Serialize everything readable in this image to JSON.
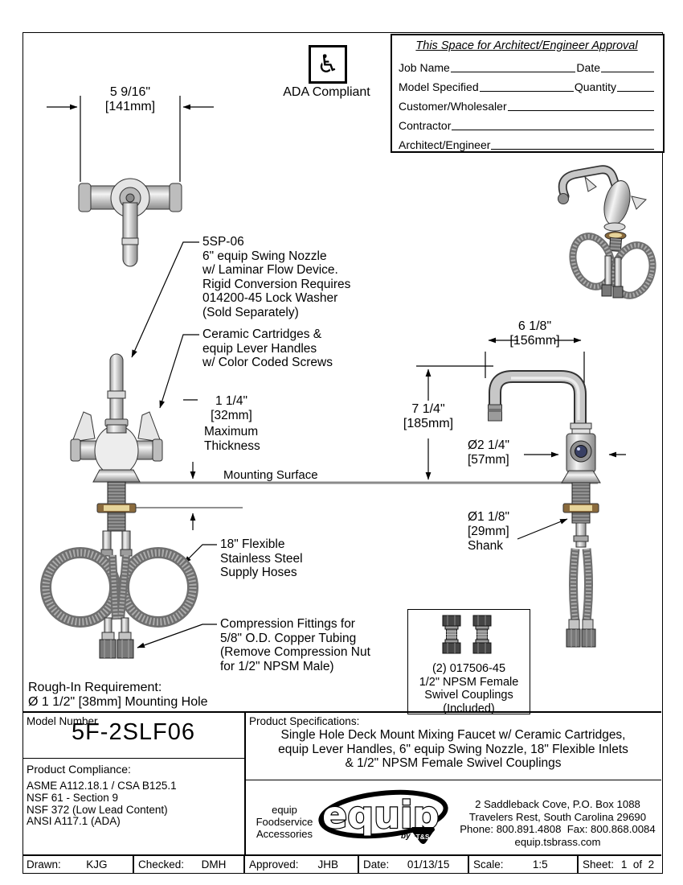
{
  "approval": {
    "title": "This Space for Architect/Engineer Approval",
    "rows": [
      {
        "label": "Job Name",
        "label2": "Date"
      },
      {
        "label": "Model Specified",
        "label2": "Quantity"
      },
      {
        "label": "Customer/Wholesaler"
      },
      {
        "label": "Contractor"
      },
      {
        "label": "Architect/Engineer"
      }
    ]
  },
  "ada": {
    "icon_glyph": "♿",
    "label": "ADA Compliant"
  },
  "dimensions": {
    "top_width": [
      "5 9/16\"",
      "[141mm]"
    ],
    "max_thickness_value": [
      "1 1/4\"",
      "[32mm]"
    ],
    "max_thickness_desc": [
      "Maximum",
      "Thickness"
    ],
    "mounting_surface": "Mounting Surface",
    "spout_reach": [
      "6 1/8\"",
      "[156mm]"
    ],
    "spout_height": [
      "7 1/4\"",
      "[185mm]"
    ],
    "base_diameter": [
      "Ø2 1/4\"",
      "[57mm]"
    ],
    "shank_diameter": [
      "Ø1 1/8\"",
      "[29mm]",
      "Shank"
    ]
  },
  "callouts": {
    "nozzle": [
      "5SP-06",
      "6\" equip Swing Nozzle",
      "w/ Laminar Flow Device.",
      "Rigid Conversion Requires",
      "014200-45 Lock Washer",
      "(Sold Separately)"
    ],
    "cartridges": [
      "Ceramic Cartridges &",
      "equip Lever Handles",
      "w/ Color Coded Screws"
    ],
    "hoses": [
      "18\" Flexible",
      "Stainless Steel",
      "Supply Hoses"
    ],
    "fittings": [
      "Compression Fittings for",
      "5/8\" O.D. Copper Tubing",
      "(Remove Compression Nut",
      "for 1/2\" NPSM Male)"
    ],
    "rough_in": [
      "Rough-In Requirement:",
      "Ø 1 1/2\" [38mm] Mounting Hole"
    ],
    "couplings": [
      "(2) 017506-45",
      "1/2\" NPSM Female",
      "Swivel Couplings",
      "(Included)"
    ]
  },
  "spec_table": {
    "model_label": "Model Number",
    "model_number": "5F-2SLF06",
    "compliance_label": "Product Compliance:",
    "compliance_items": [
      "ASME A112.18.1 / CSA B125.1",
      "NSF 61 - Section 9",
      "NSF 372 (Low Lead Content)",
      "ANSI A117.1 (ADA)"
    ],
    "specs_label": "Product Specifications:",
    "specs_lines": [
      "Single Hole Deck Mount Mixing Faucet w/ Ceramic Cartridges,",
      "equip Lever Handles, 6\" equip Swing Nozzle, 18\" Flexible Inlets",
      "& 1/2\" NPSM Female Swivel Couplings"
    ]
  },
  "brand": {
    "tagline": [
      "equip",
      "Foodservice",
      "Accessories"
    ],
    "logo_text": "equip",
    "logo_by": "by",
    "logo_ts": "T&S",
    "address": [
      "2 Saddleback Cove, P.O. Box 1088",
      "Travelers Rest, South Carolina 29690",
      "Phone: 800.891.4808  Fax: 800.868.0084",
      "equip.tsbrass.com"
    ]
  },
  "title_block": {
    "cells": [
      {
        "label": "Drawn:",
        "value": "KJG"
      },
      {
        "label": "Checked:",
        "value": "DMH"
      },
      {
        "label": "Approved:",
        "value": "JHB"
      },
      {
        "label": "Date:",
        "value": "01/13/15"
      },
      {
        "label": "Scale:",
        "value": "1:5"
      },
      {
        "label": "Sheet:",
        "value": "1  of  2"
      }
    ]
  },
  "colors": {
    "line": "#000000",
    "metal_light": "#f4f4f4",
    "metal_dark": "#8a8a8a",
    "brass": "#8a6a3c",
    "brass_light": "#e6d49a",
    "mounting_line": "#8a8a8a"
  }
}
